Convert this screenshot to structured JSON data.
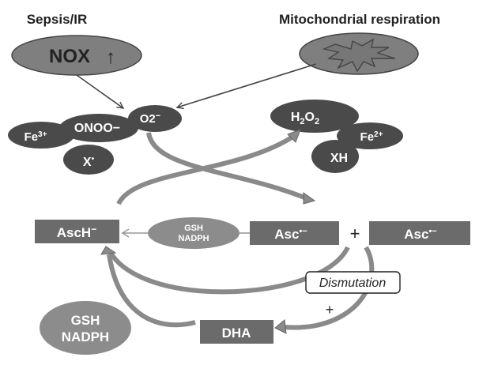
{
  "labels": {
    "sepsis": "Sepsis/IR",
    "mito": "Mitochondrial respiration",
    "nox": "NOX",
    "nox_arrow": "↑",
    "fe3": "Fe",
    "fe3_sup": "3+",
    "onoo": "ONOO−",
    "o2": "O2",
    "o2_sup": "−",
    "x_radical": "X",
    "x_radical_sup": "•",
    "h2o2_h": "H",
    "h2o2_2a": "2",
    "h2o2_o": "O",
    "h2o2_2b": "2",
    "fe2": "Fe",
    "fe2_sup": "2+",
    "xh": "XH",
    "asch": "AscH",
    "asch_sup": "−",
    "gsh_small_1": "GSH",
    "gsh_small_2": "NADPH",
    "asc1": "Asc",
    "asc1_sup": "•−",
    "plus1": "+",
    "asc2": "Asc",
    "asc2_sup": "•−",
    "dismutation": "Dismutation",
    "plus2": "+",
    "gsh_big_1": "GSH",
    "gsh_big_2": "NADPH",
    "dha": "DHA"
  },
  "colors": {
    "dark_node": "#4a4a4a",
    "box": "#6b6b6b",
    "ellipse_gray": "#7f7f7f",
    "arrow_gray": "#8a8a8a",
    "text_dark": "#222222"
  }
}
